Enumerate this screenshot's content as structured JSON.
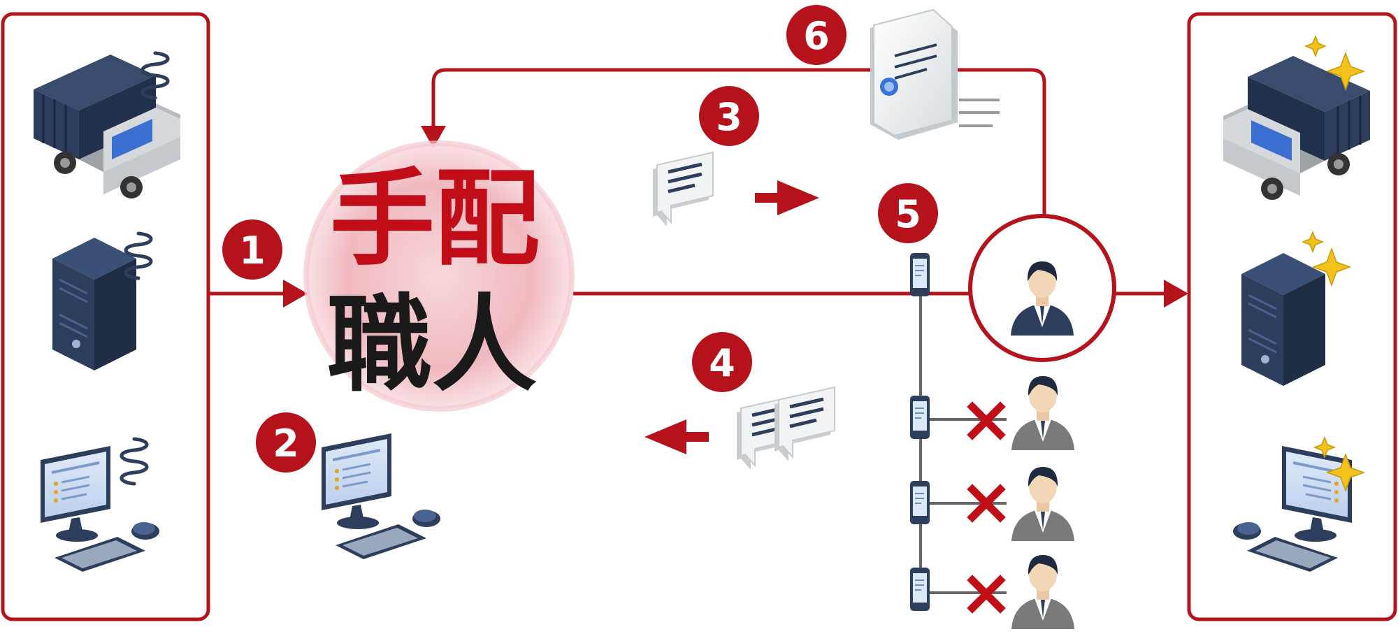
{
  "brand": {
    "line1": "手配",
    "line2": "職人",
    "color_top": "#c00d17",
    "color_bottom": "#1a1a1a",
    "circle_color": "#e7a3ab"
  },
  "steps": [
    "1",
    "2",
    "3",
    "4",
    "5",
    "6"
  ],
  "colors": {
    "accent": "#b5121b",
    "navy": "#2c3e5c",
    "gold": "#f2c21a",
    "gray": "#6b6b6b"
  }
}
